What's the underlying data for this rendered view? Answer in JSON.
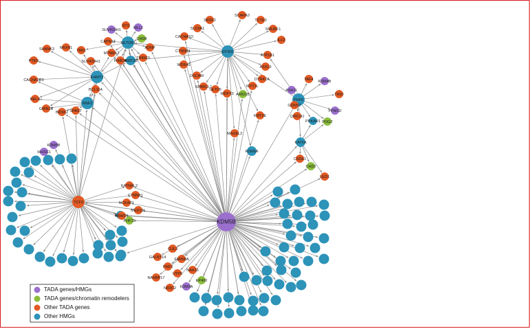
{
  "colors": {
    "hmg": "#9b6fcd",
    "remodeler": "#8bbd3c",
    "tada": "#e25a24",
    "other": "#2d93b8",
    "edge": "#8a8a8a",
    "border": "#d9161b"
  },
  "legend": [
    {
      "label": "TADA genes/HMGs",
      "group": "hmg"
    },
    {
      "label": "TADA genes/chromatin remodelers",
      "group": "remodeler"
    },
    {
      "label": "Other TADA genes",
      "group": "tada"
    },
    {
      "label": "Other HMGs",
      "group": "other"
    }
  ],
  "nodes": [
    {
      "id": "KDM5B",
      "label": "KDM5B",
      "group": "hmg",
      "size": "xl"
    },
    {
      "id": "TCF3",
      "label": "TCF3",
      "group": "tada",
      "size": "lg"
    },
    {
      "id": "EP300",
      "label": "EP300",
      "group": "other",
      "size": "lg"
    },
    {
      "id": "SETDB1",
      "label": "SETDB1",
      "group": "other",
      "size": "lg"
    },
    {
      "id": "EHMT1",
      "label": "EHMT1",
      "group": "other",
      "size": "lg"
    },
    {
      "id": "RNF2",
      "label": "RNF2",
      "group": "other",
      "size": "lg"
    },
    {
      "id": "PHF8",
      "label": "PHF8",
      "group": "other",
      "size": "lg"
    },
    {
      "id": "KAT6A",
      "label": "KAT6A",
      "group": "other",
      "size": "md"
    },
    {
      "id": "KDM6A",
      "label": "KDM6A",
      "group": "other",
      "size": "md"
    },
    {
      "id": "EHMT2",
      "label": "EHMT2",
      "group": "other",
      "size": "md"
    },
    {
      "id": "SUV420H1",
      "label": "SUV420H1",
      "group": "hmg"
    },
    {
      "id": "STS",
      "label": "STS",
      "group": "tada"
    },
    {
      "id": "MLL2",
      "label": "MLL2",
      "group": "hmg"
    },
    {
      "id": "CHD8",
      "label": "CHD8",
      "group": "remodeler"
    },
    {
      "id": "CAPN12",
      "label": "CAPN12",
      "group": "tada"
    },
    {
      "id": "ADNP",
      "label": "ADNP",
      "group": "tada"
    },
    {
      "id": "MTMR12",
      "label": "MTMR12",
      "group": "tada"
    },
    {
      "id": "TRIM23",
      "label": "TRIM23",
      "group": "tada"
    },
    {
      "id": "SHANK3",
      "label": "SHANK3",
      "group": "tada"
    },
    {
      "id": "NRXN1",
      "label": "NRXN1",
      "group": "tada"
    },
    {
      "id": "TBR1",
      "label": "TBR1",
      "group": "tada"
    },
    {
      "id": "PTEN",
      "label": "PTEN",
      "group": "tada"
    },
    {
      "id": "SUV420H1b",
      "label": "SUV420H1",
      "group": "tada"
    },
    {
      "id": "RAB2A",
      "label": "RAB2A",
      "group": "tada"
    },
    {
      "id": "KMT2C",
      "label": "KMT2C",
      "group": "other"
    },
    {
      "id": "CACNA2D3",
      "label": "CACNA2D3",
      "group": "tada"
    },
    {
      "id": "RELN",
      "label": "RELN",
      "group": "tada"
    },
    {
      "id": "BCL11A",
      "label": "BCL11A",
      "group": "tada"
    },
    {
      "id": "GRIN2B",
      "label": "GRIN2B",
      "group": "tada"
    },
    {
      "id": "BRSK2",
      "label": "BRSK2",
      "group": "tada"
    },
    {
      "id": "SPAST",
      "label": "SPAST",
      "group": "tada"
    },
    {
      "id": "SCARA3",
      "label": "SCARA3",
      "group": "tada"
    },
    {
      "id": "SRSF2",
      "label": "SRSF2",
      "group": "tada"
    },
    {
      "id": "TCTE3",
      "label": "TCTE3",
      "group": "tada"
    },
    {
      "id": "SLC6A1",
      "label": "SLC6A1",
      "group": "tada"
    },
    {
      "id": "SMURF1",
      "label": "SMURF1",
      "group": "tada"
    },
    {
      "id": "CACNA1D",
      "label": "CACNA1D",
      "group": "tada"
    },
    {
      "id": "ILF2",
      "label": "ILF2",
      "group": "tada"
    },
    {
      "id": "CTNNB1",
      "label": "CTNNB1",
      "group": "tada"
    },
    {
      "id": "ATP1B1",
      "label": "ATP1B1",
      "group": "tada"
    },
    {
      "id": "ASXL3",
      "label": "ASXL3",
      "group": "tada"
    },
    {
      "id": "DYRK1A",
      "label": "DYRK1A",
      "group": "tada"
    },
    {
      "id": "WDR45",
      "label": "WDR45",
      "group": "tada"
    },
    {
      "id": "DSCAM",
      "label": "DSCAM",
      "group": "tada"
    },
    {
      "id": "SPARCL1",
      "label": "SPARCL1",
      "group": "tada"
    },
    {
      "id": "SETD5",
      "label": "SETD5",
      "group": "tada"
    },
    {
      "id": "WDFY3",
      "label": "WDFY3",
      "group": "tada"
    },
    {
      "id": "ARID1B",
      "label": "ARID1B",
      "group": "remodeler"
    },
    {
      "id": "MYT1L",
      "label": "MYT1L",
      "group": "tada"
    },
    {
      "id": "KMT2E",
      "label": "KMT2E",
      "group": "tada"
    },
    {
      "id": "MAGEL2",
      "label": "MAGEL2",
      "group": "tada"
    },
    {
      "id": "TAF4",
      "label": "TAF4",
      "group": "tada"
    },
    {
      "id": "KDM4B",
      "label": "KDM4B",
      "group": "hmg"
    },
    {
      "id": "ASH1L",
      "label": "ASH1L",
      "group": "hmg"
    },
    {
      "id": "TRIO",
      "label": "TRIO",
      "group": "tada"
    },
    {
      "id": "GONS2",
      "label": "GONS2",
      "group": "tada"
    },
    {
      "id": "PPM1D",
      "label": "PPM1D",
      "group": "hmg"
    },
    {
      "id": "QRICH1",
      "label": "QRICH1",
      "group": "tada"
    },
    {
      "id": "PRKAR1",
      "label": "PRKAR1",
      "group": "other"
    },
    {
      "id": "POGZ",
      "label": "POGZ",
      "group": "remodeler"
    },
    {
      "id": "CSDE1",
      "label": "CSDE1",
      "group": "tada"
    },
    {
      "id": "CHD2",
      "label": "CHD2",
      "group": "remodeler"
    },
    {
      "id": "LEO1",
      "label": "LEO1",
      "group": "tada"
    },
    {
      "id": "KDM5B2",
      "label": "KDM5B",
      "group": "hmg"
    },
    {
      "id": "WHSC1",
      "label": "WHSC1",
      "group": "hmg"
    },
    {
      "id": "KATNAL2",
      "label": "KATNAL2",
      "group": "tada"
    },
    {
      "id": "CTNNB1b",
      "label": "CTNNB1",
      "group": "tada"
    },
    {
      "id": "NCKAP1",
      "label": "NCKAP1",
      "group": "tada"
    },
    {
      "id": "MED13L",
      "label": "MED13L",
      "group": "tada"
    },
    {
      "id": "ERMN",
      "label": "ERMN",
      "group": "other"
    },
    {
      "id": "BRWD1",
      "label": "BRWD1",
      "group": "tada"
    },
    {
      "id": "PHF15",
      "label": "PHF15",
      "group": "remodeler"
    },
    {
      "id": "CUL3",
      "label": "CUL3",
      "group": "tada"
    },
    {
      "id": "GALNT14",
      "label": "GALNT14",
      "group": "tada"
    },
    {
      "id": "FAM98A",
      "label": "FAM98A",
      "group": "tada"
    },
    {
      "id": "PHF3",
      "label": "PHF3",
      "group": "tada"
    },
    {
      "id": "NAA15",
      "label": "NAA15",
      "group": "tada"
    },
    {
      "id": "RANBP17",
      "label": "RANBP17",
      "group": "tada"
    },
    {
      "id": "UTP6",
      "label": "UTP6",
      "group": "tada"
    },
    {
      "id": "EP400",
      "label": "EP400",
      "group": "remodeler"
    },
    {
      "id": "NR3C2",
      "label": "NR3C2",
      "group": "tada"
    },
    {
      "id": "KDM3A",
      "label": "KDM3A",
      "group": "hmg"
    }
  ]
}
